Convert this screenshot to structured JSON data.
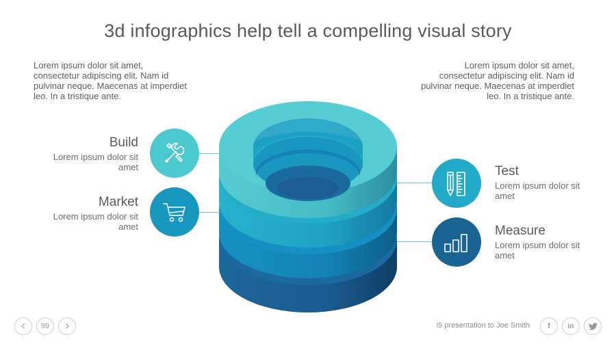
{
  "title": "3d infographics help tell a compelling visual story",
  "intro_left": "Lorem ipsum dolor sit amet, consectetur adipiscing elit. Nam id pulvinar neque. Maecenas at imperdiet leo. In a tristique ante.",
  "intro_right": "Lorem ipsum dolor sit amet, consectetur adipiscing elit. Nam id pulvinar neque. Maecenas at imperdiet leo. In a tristique ante.",
  "items": {
    "build": {
      "label": "Build",
      "desc": "Lorem ipsum dolor sit amet",
      "icon": "tools-icon",
      "color": "#4cc8cf"
    },
    "market": {
      "label": "Market",
      "desc": "Lorem ipsum dolor sit amet",
      "icon": "cart-icon",
      "color": "#1797bd"
    },
    "test": {
      "label": "Test",
      "desc": "Lorem ipsum dolor sit amet",
      "icon": "ruler-pencil-icon",
      "color": "#23aac8"
    },
    "measure": {
      "label": "Measure",
      "desc": "Lorem ipsum dolor sit amet",
      "icon": "bar-chart-icon",
      "color": "#1a6494"
    }
  },
  "footer": {
    "page_number": "99",
    "presentation_text": "i9 presentation to Joe Smith",
    "social": [
      "f",
      "in",
      "twitter"
    ]
  },
  "colors": {
    "layer1": "#55cdd3",
    "layer2": "#22a9c6",
    "layer3": "#1588ba",
    "layer4": "#1b5f93",
    "connector": "#6fc5d3"
  }
}
